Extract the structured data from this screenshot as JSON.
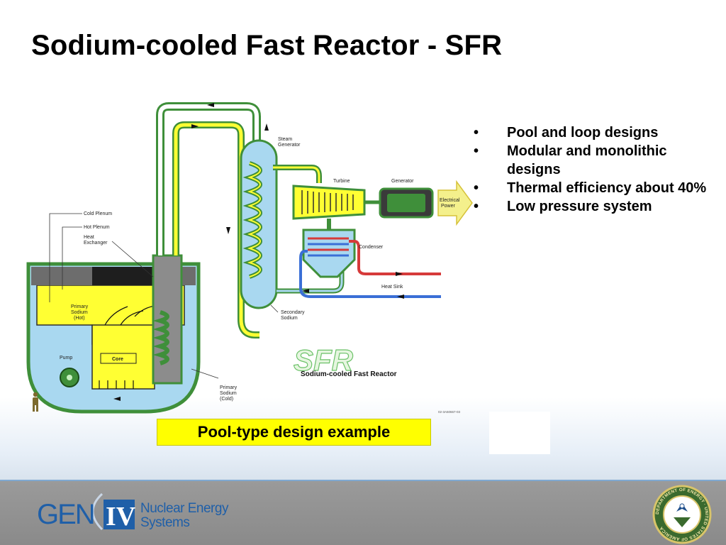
{
  "slide": {
    "title": "Sodium-cooled Fast Reactor - SFR",
    "bullets": [
      "Pool and loop designs",
      "Modular and monolithic designs",
      "Thermal efficiency about 40%",
      "Low pressure system"
    ],
    "bullet_glyph": "•",
    "caption": "Pool-type design example"
  },
  "diagram": {
    "labels": {
      "cold_plenum": "Cold Plenum",
      "hot_plenum": "Hot Plenum",
      "heat_exchanger": [
        "Heat",
        "Exchanger"
      ],
      "primary_sodium_hot": [
        "Primary",
        "Sodium",
        "(Hot)"
      ],
      "pump": "Pump",
      "core": "Core",
      "primary_sodium_cold": [
        "Primary",
        "Sodium",
        "(Cold)"
      ],
      "steam_generator": [
        "Steam",
        "Generator"
      ],
      "turbine": "Turbine",
      "generator": "Generator",
      "electrical_power": [
        "Electrical",
        "Power"
      ],
      "condenser": "Condenser",
      "heat_sink": "Heat Sink",
      "secondary_sodium": [
        "Secondary",
        "Sodium"
      ],
      "sfr_logo": "SFR",
      "sfr_subtitle": "Sodium-cooled Fast Reactor",
      "drawing_id": "02-3A50667-03"
    },
    "colors": {
      "pipe_green": "#3f8f3a",
      "sodium_yellow": "#ffff33",
      "vessel_blue": "#a9d8f0",
      "condenser_red": "#d63a3a",
      "condenser_blue": "#3a6fd6",
      "arrow_yellow": "#f4f08c"
    }
  },
  "footer": {
    "logo_gen": "GEN",
    "logo_iv": "IV",
    "logo_line1": "Nuclear Energy",
    "logo_line2": "Systems",
    "seal_text": "DEPARTMENT OF ENERGY · UNITED STATES OF AMERICA",
    "colors": {
      "footer_gray": "#8f8f8f",
      "gen_blue": "#1f5fa8"
    }
  }
}
